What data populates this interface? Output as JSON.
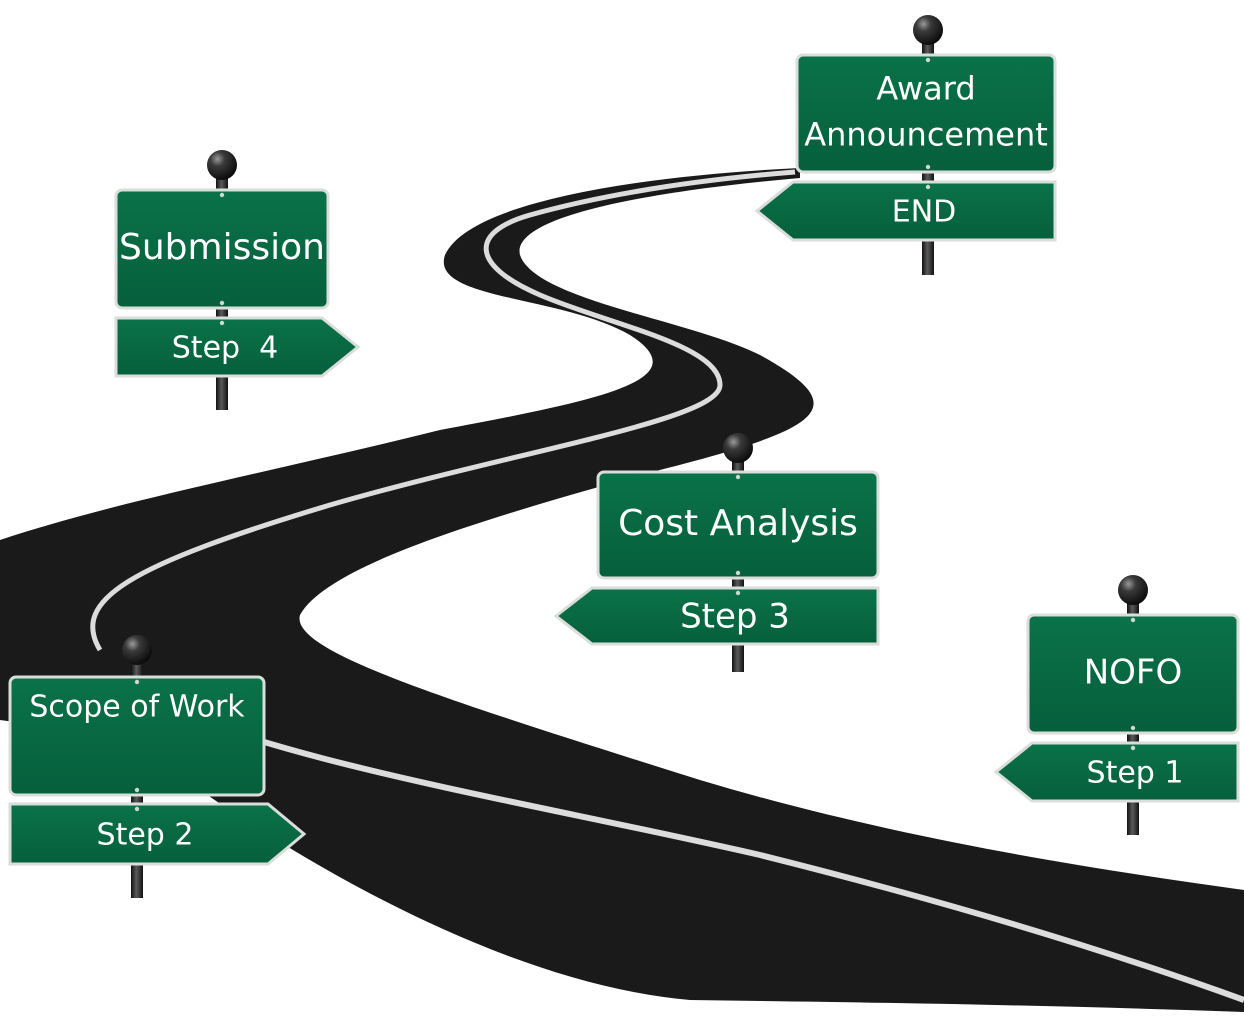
{
  "signposts": [
    {
      "id": "nofo",
      "main_lines": [
        "NOFO"
      ],
      "step_label": "Step 1",
      "arrow_direction": "left"
    },
    {
      "id": "scope-of-work",
      "main_lines": [
        "Scope of Work"
      ],
      "step_label": "Step 2",
      "arrow_direction": "right"
    },
    {
      "id": "cost-analysis",
      "main_lines": [
        "Cost Analysis"
      ],
      "step_label": "Step 3",
      "arrow_direction": "left"
    },
    {
      "id": "submission",
      "main_lines": [
        "Submission"
      ],
      "step_label": "Step  4",
      "arrow_direction": "right"
    },
    {
      "id": "award-announcement",
      "main_lines": [
        "Award",
        "Announcement"
      ],
      "step_label": "END",
      "arrow_direction": "left"
    }
  ],
  "colors": {
    "sign_green": "#086b45",
    "sign_border": "#d9dedb",
    "sign_text": "#ffffff",
    "road": "#1a1a1a",
    "road_line": "#dcdcdc",
    "pole": "#2a2a2a",
    "pole_knob": "#1c1c1c"
  }
}
